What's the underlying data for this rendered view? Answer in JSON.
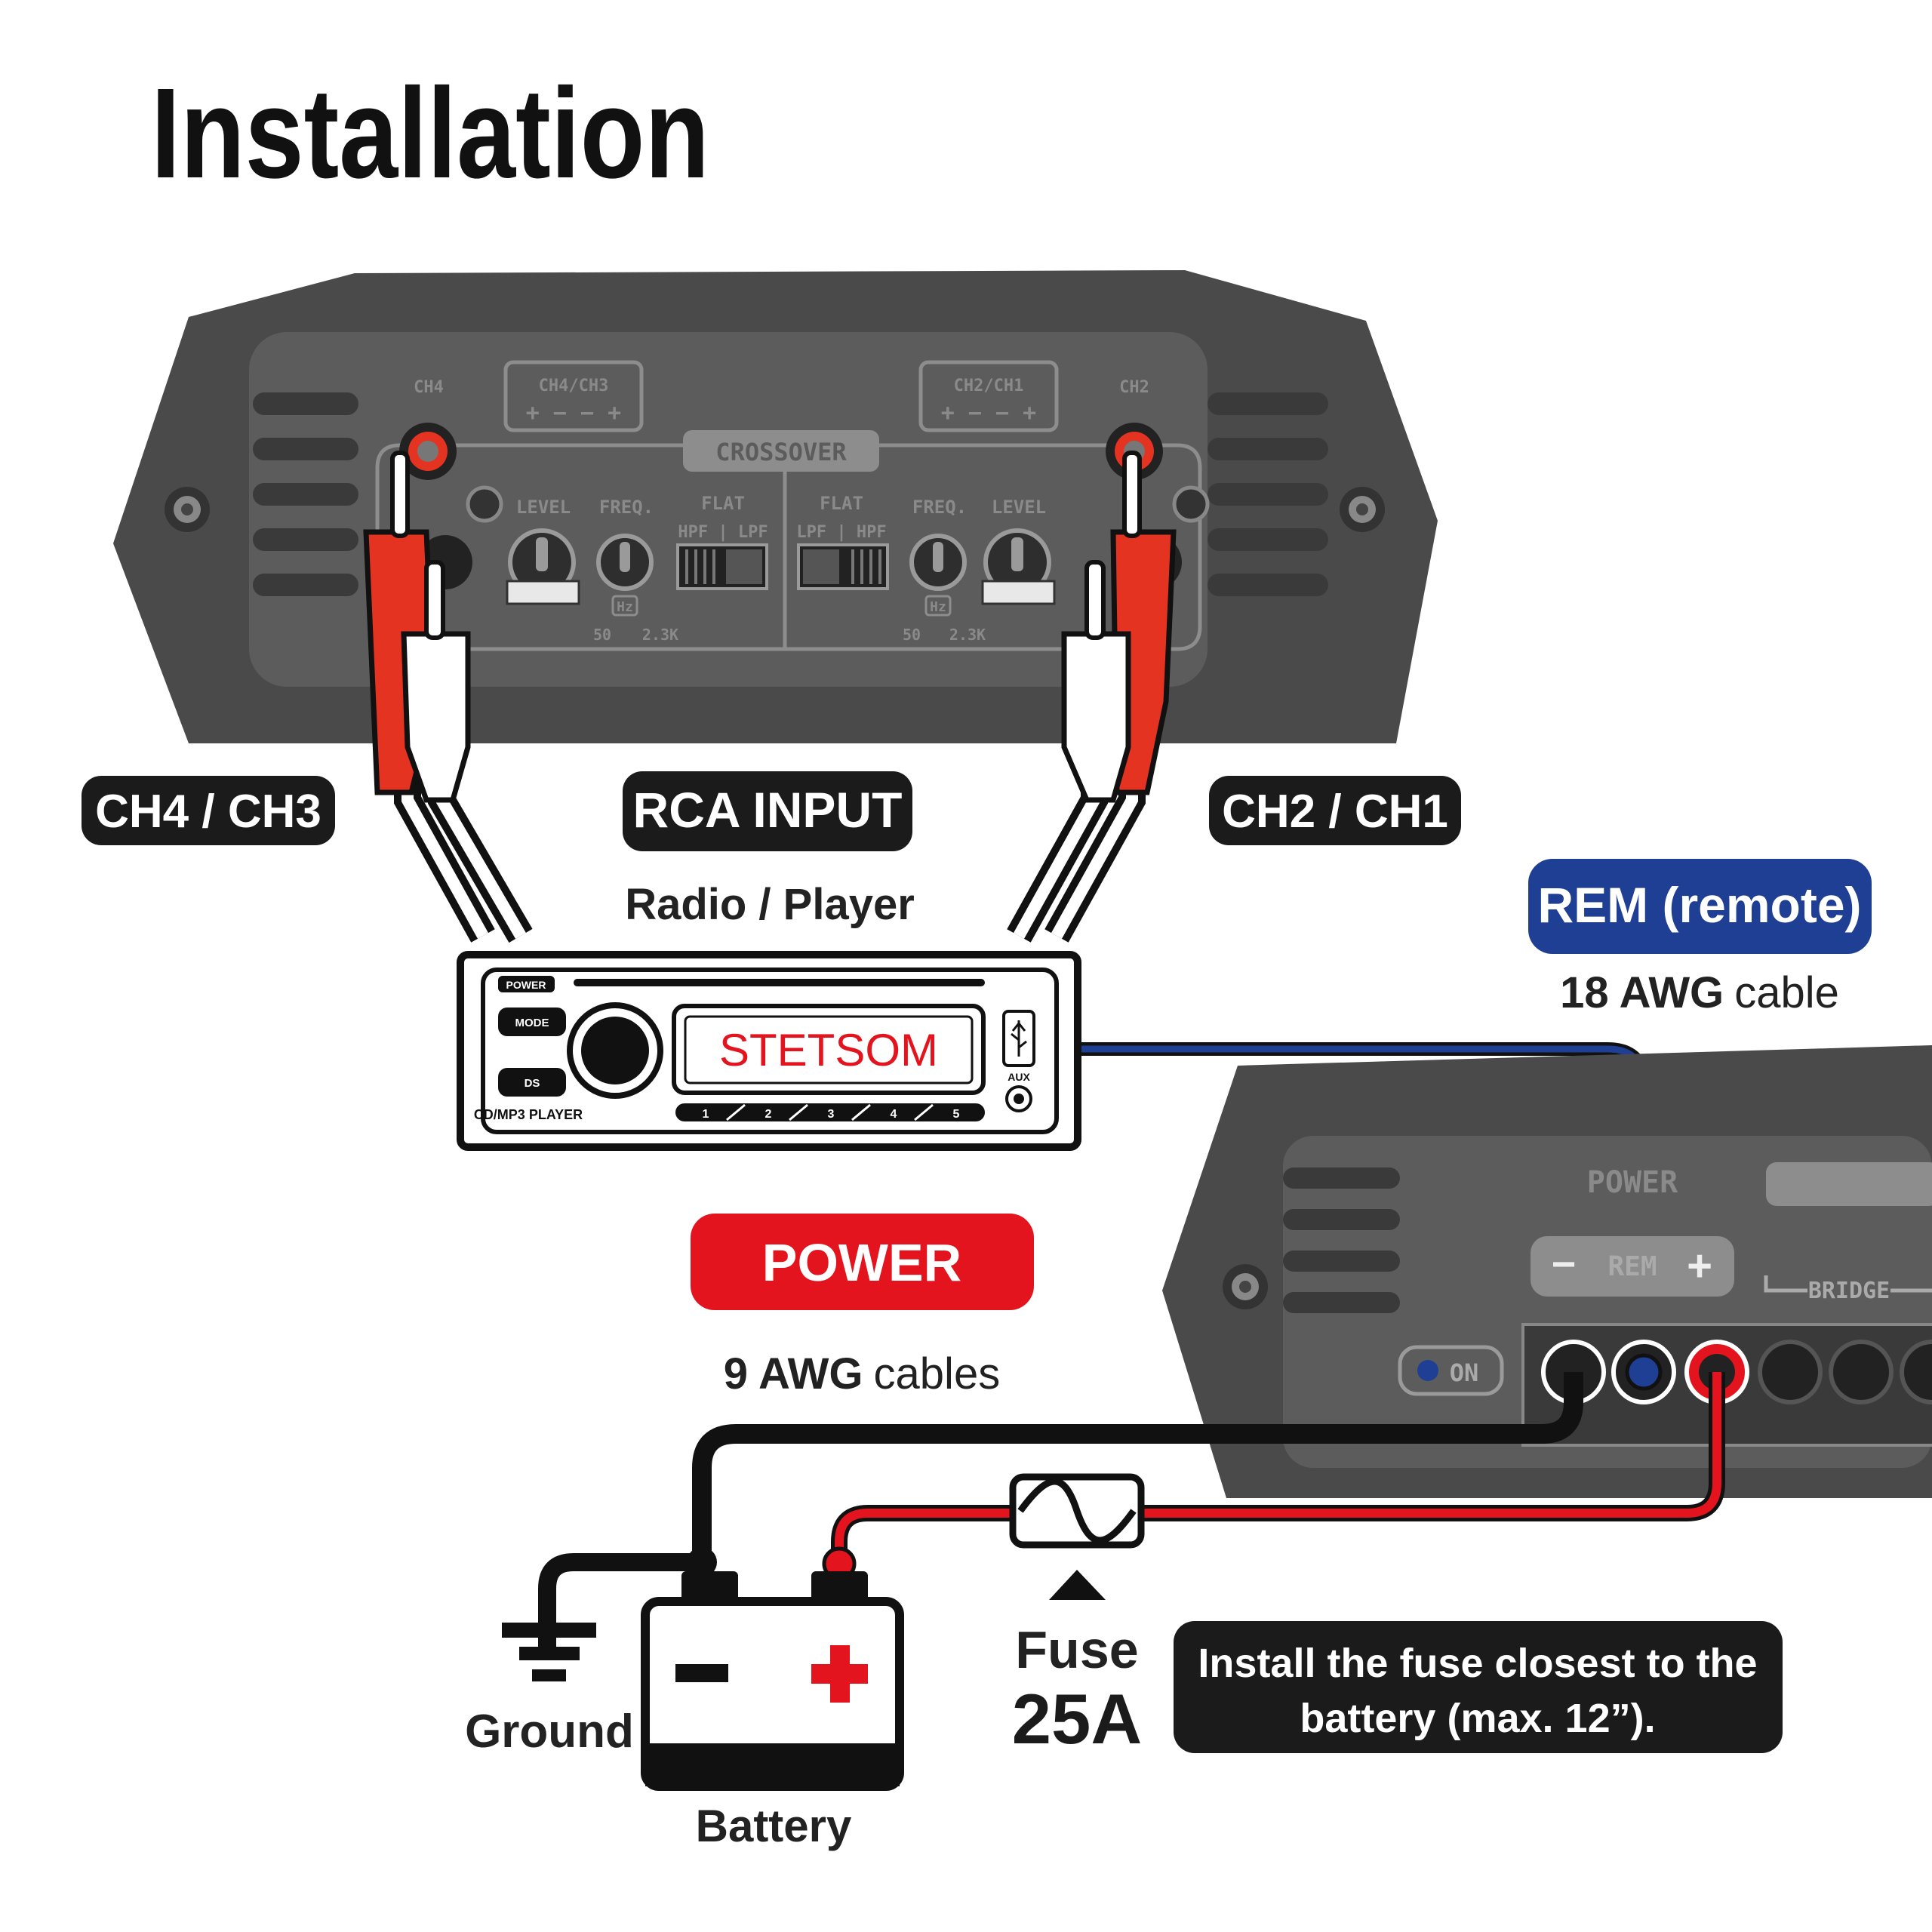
{
  "title": "Installation",
  "amp_top": {
    "ch4": "CH4",
    "ch2": "CH2",
    "bridge_left": "CH4/CH3",
    "bridge_right": "CH2/CH1",
    "bridge_polarity": "+ − − +",
    "crossover": "CROSSOVER",
    "level": "LEVEL",
    "freq": "FREQ.",
    "flat": "FLAT",
    "hpf_lpf": "HPF | LPF",
    "lpf_hpf": "LPF | HPF",
    "hz": "Hz",
    "freq_min": "50",
    "freq_max": "2.3K"
  },
  "labels": {
    "ch43": "CH4 / CH3",
    "rca": "RCA INPUT",
    "radio": "Radio / Player",
    "ch21": "CH2 / CH1",
    "rem": "REM (remote)",
    "rem_cable_gauge": "18 AWG",
    "rem_cable_word": "cable",
    "power": "POWER",
    "power_cable_gauge": "9 AWG",
    "power_cable_word": "cables",
    "ground": "Ground",
    "battery": "Battery",
    "fuse": "Fuse",
    "fuse_rating": "25A",
    "fuse_note_line1": "Install the fuse closest to the",
    "fuse_note_line2": "battery (max. 12”)."
  },
  "radio_unit": {
    "display": "STETSOM",
    "power_btn": "POWER",
    "mode_btn": "MODE",
    "dsp_btn": "DS",
    "model": "CD/MP3 PLAYER",
    "aux": "AUX",
    "presets": [
      "1",
      "2",
      "3",
      "4",
      "5"
    ]
  },
  "amp_bottom": {
    "power": "POWER",
    "rem": "REM",
    "bridge": "BRIDGE",
    "on": "ON"
  },
  "colors": {
    "rem_blue": "#1f3f95",
    "power_red": "#e3141e",
    "label_dark": "#1b1b1b",
    "amp_body": "#4b4b4b",
    "amp_panel": "#5f5f5f"
  }
}
